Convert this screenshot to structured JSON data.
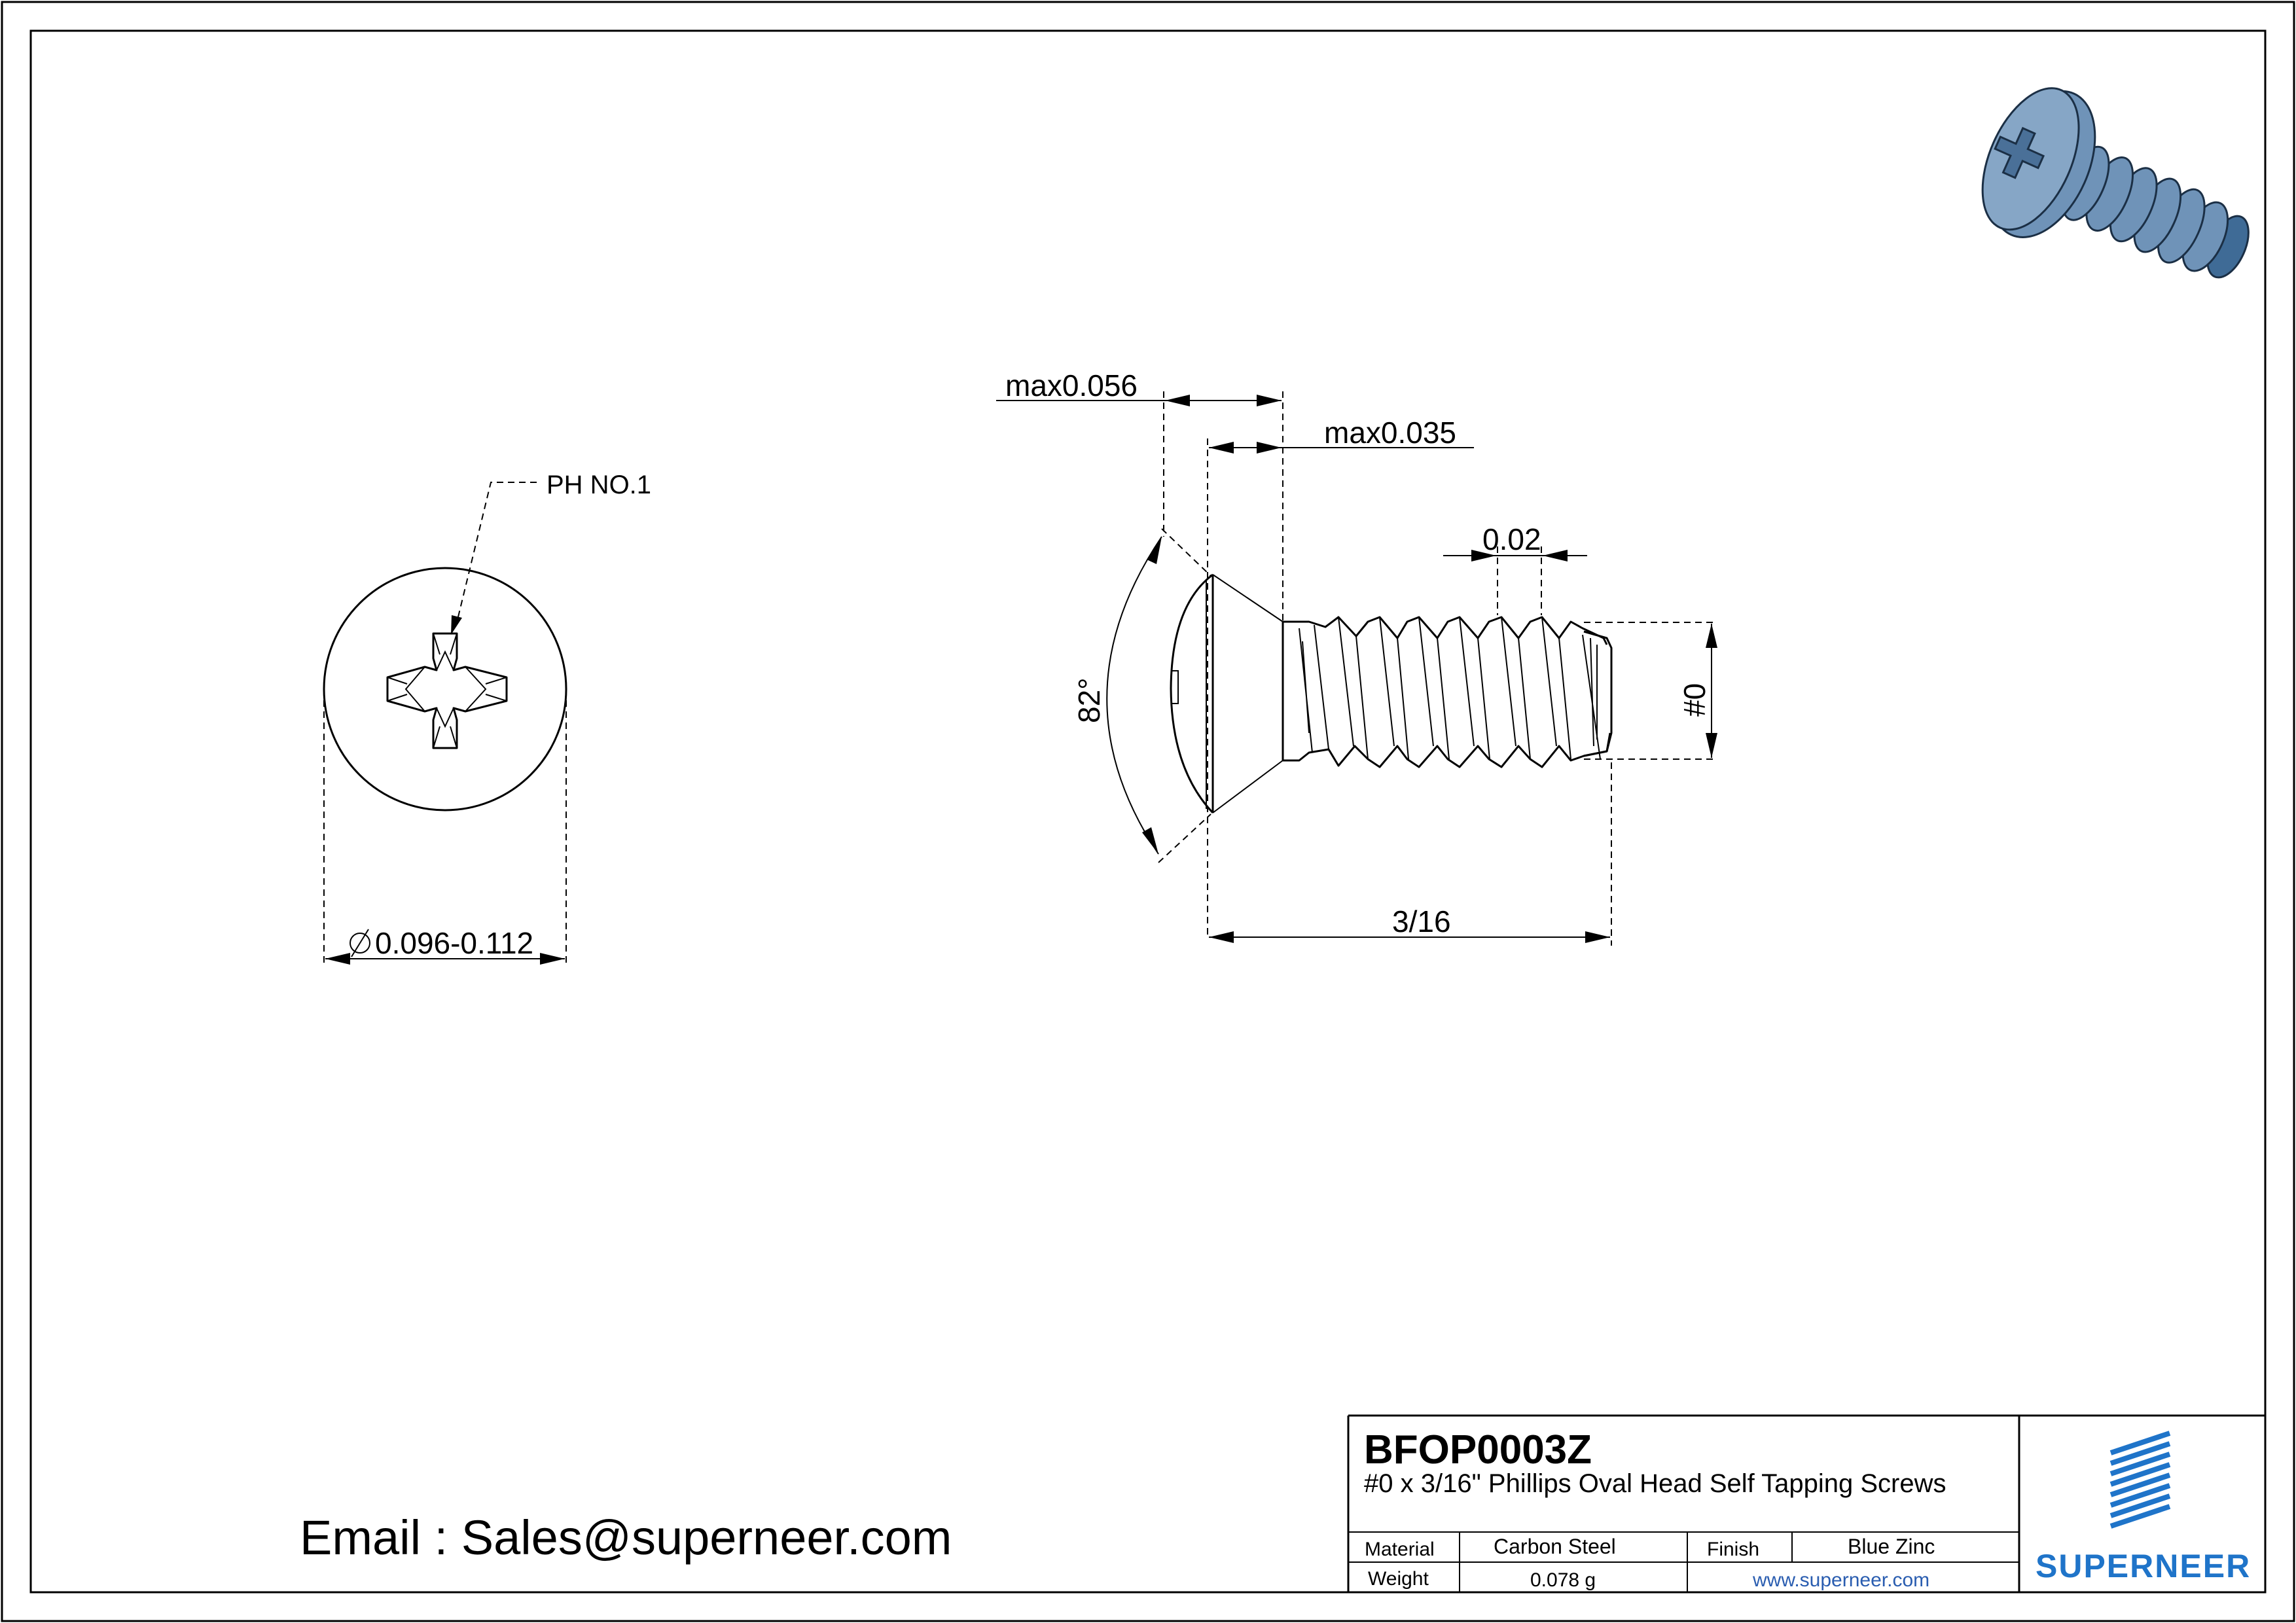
{
  "drawing": {
    "head_drive_label": "PH NO.1",
    "head_diameter_label": "0.096-0.112",
    "head_height_label": "max0.056",
    "oval_height_label": "max0.035",
    "thread_pitch_label": "0.02",
    "angle_label": "82°",
    "size_label": "#0",
    "length_label": "3/16"
  },
  "contact": {
    "email_text": "Email : Sales@superneer.com"
  },
  "title_block": {
    "part_number": "BFOP0003Z",
    "description": "#0 x 3/16\" Phillips Oval Head Self Tapping Screws",
    "material_label": "Material",
    "material_value": "Carbon Steel",
    "finish_label": "Finish",
    "finish_value": "Blue Zinc",
    "weight_label": "Weight",
    "weight_value": "0.078 g",
    "website": "www.superneer.com",
    "brand": "SUPERNEER"
  },
  "colors": {
    "brand_blue": "#1f74c9",
    "screw_blue": "#6f93b8",
    "link_blue": "#2a5db0"
  },
  "icons": {
    "diameter_symbol": "diameter-icon",
    "logo": "superneer-logo-icon",
    "render": "screw-3d-render"
  }
}
